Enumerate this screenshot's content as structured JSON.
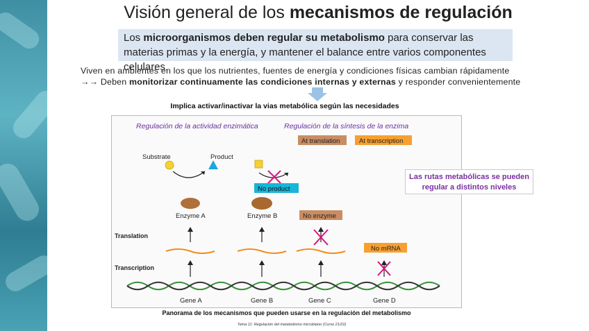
{
  "slide": {
    "title_prefix": "Visión general de los ",
    "title_bold": "mecanismos de regulación"
  },
  "callout": {
    "part1": "Los ",
    "bold1": "microorganismos deben regular su metabolismo",
    "part2": " para conservar las materias primas y la energía, y mantener el balance entre varios  componentes celulares."
  },
  "body": {
    "line1": "Viven en ambientes en los que los nutrientes, fuentes de energía y condiciones físicas cambian rápidamente",
    "line2_prefix": "→→ Deben ",
    "line2_bold": "monitorizar continuamente las condiciones internas y externas",
    "line2_suffix": " y responder convenientemente"
  },
  "implica": "Implica activar/inactivar la vias metabólica según las necesidades",
  "figure": {
    "heading_left": "Regulación de la  actividad enzimática",
    "heading_right": "Regulación de la síntesis de la enzima",
    "tag_translation": "At translation",
    "tag_transcription": "At transcription",
    "substrate": "Substrate",
    "product": "Product",
    "no_product": "No product",
    "enzyme_a": "Enzyme A",
    "enzyme_b": "Enzyme B",
    "no_enzyme": "No enzyme",
    "no_mrna": "No mRNA",
    "row_translation": "Translation",
    "row_transcription": "Transcription",
    "genes": [
      "Gene A",
      "Gene B",
      "Gene C",
      "Gene D"
    ],
    "colors": {
      "heading": "#6a2fa0",
      "orange_tag": "#f7a030",
      "tan_tag": "#c98d63",
      "no_product_bg": "#17b5d8",
      "enzyme": "#b0703a",
      "mrna": "#f28c1a",
      "cross": "#d6157a",
      "dna_green": "#3a8f3a",
      "dna_dark": "#333333"
    }
  },
  "note": {
    "line1": "Las rutas metabólicas se pueden",
    "line2": "regular a distintos niveles"
  },
  "caption": "Panorama de los mecanismos que pueden usarse en la regulación del metabolismo",
  "footer": "Tema 11: Regulación del metabolismo microbiano (Curso 21/22)"
}
